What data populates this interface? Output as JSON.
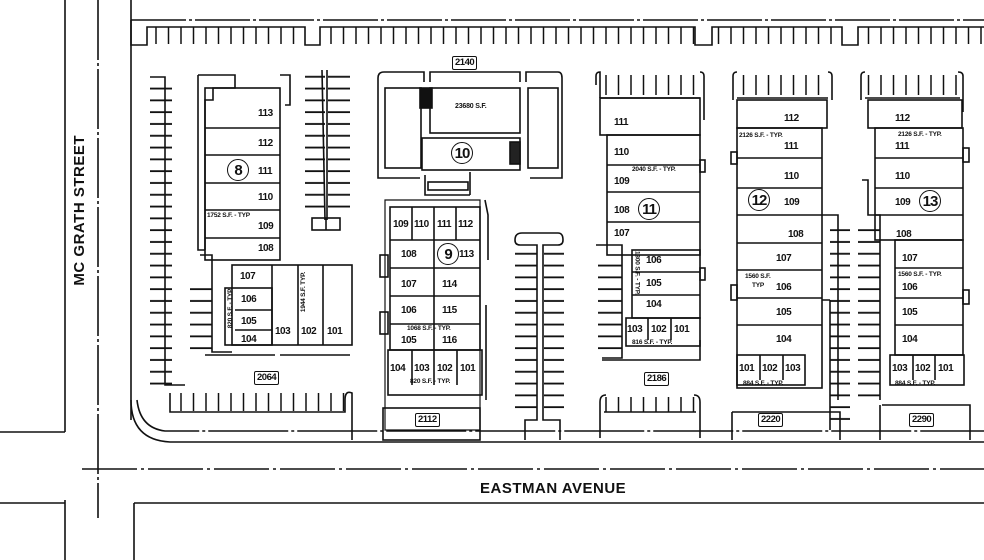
{
  "streets": {
    "west": "MC GRATH STREET",
    "south": "EASTMAN AVENUE"
  },
  "addresses": {
    "a2064": "2064",
    "a2140": "2140",
    "a2112": "2112",
    "a2186": "2186",
    "a2220": "2220",
    "a2290": "2290"
  },
  "buildings": {
    "b8": {
      "number": "8",
      "units": [
        "113",
        "112",
        "111",
        "110",
        "109",
        "108",
        "107",
        "106",
        "105",
        "104",
        "103",
        "102",
        "101"
      ],
      "sf_main": "1752 S.F. - TYP",
      "sf_small": "820 S.F. - TYP.",
      "sf_large": "1944 S.F. TYP."
    },
    "b9": {
      "number": "9",
      "units": [
        "109",
        "110",
        "111",
        "112",
        "108",
        "113",
        "107",
        "114",
        "106",
        "115",
        "105",
        "116",
        "104",
        "103",
        "102",
        "101"
      ],
      "sf_main": "1068 S.F. - TYP.",
      "sf_small": "820 S.F. - TYP."
    },
    "b10": {
      "number": "10",
      "sf_main": "23680 S.F."
    },
    "b11": {
      "number": "11",
      "units": [
        "111",
        "110",
        "109",
        "108",
        "107",
        "106",
        "105",
        "104",
        "103",
        "102",
        "101"
      ],
      "sf_main": "2040 S.F. - TYP.",
      "sf_mid": "1300 S.F. - TYP.",
      "sf_small": "816 S.F. - TYP."
    },
    "b12": {
      "number": "12",
      "units": [
        "112",
        "111",
        "110",
        "109",
        "108",
        "107",
        "106",
        "105",
        "104",
        "101",
        "102",
        "103"
      ],
      "sf_main": "2126 S.F. - TYP.",
      "sf_mid_1": "1560 S.F.",
      "sf_mid_2": "TYP",
      "sf_small": "884 S.F. - TYP."
    },
    "b13": {
      "number": "13",
      "units": [
        "112",
        "111",
        "110",
        "109",
        "108",
        "107",
        "106",
        "105",
        "104",
        "103",
        "102",
        "101"
      ],
      "sf_main": "2126 S.F. - TYP.",
      "sf_mid": "1560 S.F. - TYP.",
      "sf_small": "884 S.F. - TYP."
    }
  },
  "colors": {
    "ink": "#111111",
    "paper": "#ffffff"
  }
}
